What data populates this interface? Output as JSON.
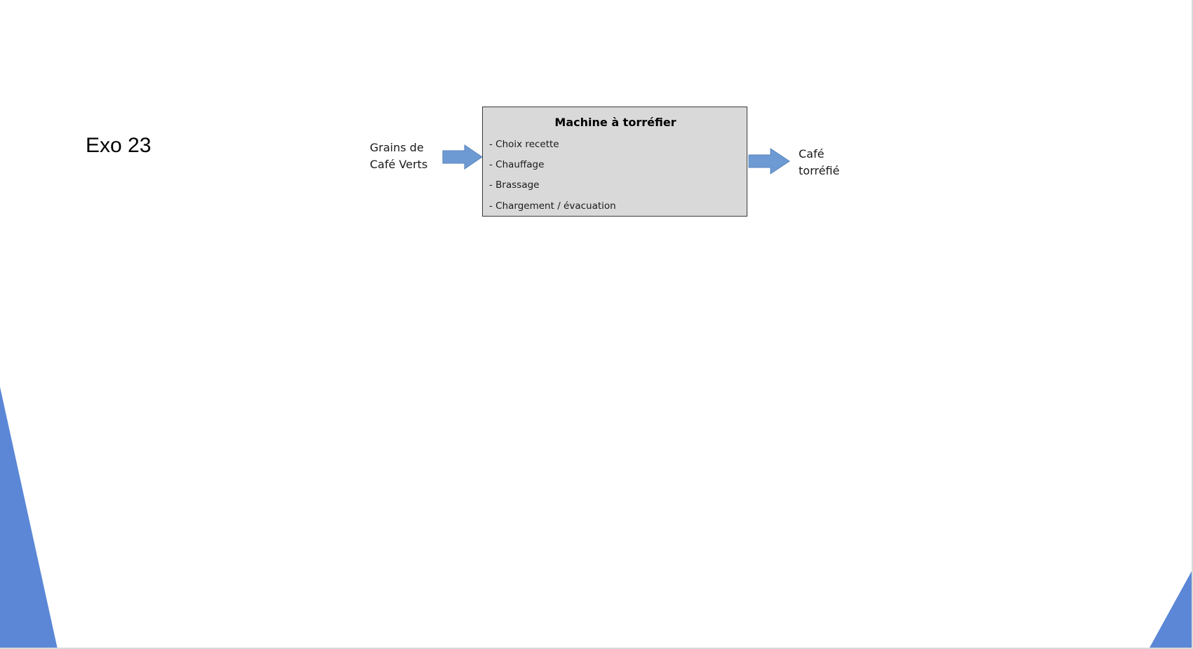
{
  "slide": {
    "title": "Exo 23"
  },
  "diagram": {
    "input": {
      "line1": "Grains de",
      "line2": "Café Verts"
    },
    "machine": {
      "title": "Machine à torréfier",
      "steps": [
        "- Choix recette",
        "- Chauffage",
        "- Brassage",
        "- Chargement / évacuation"
      ]
    },
    "output": {
      "line1": "Café",
      "line2": "torréfié"
    }
  },
  "colors": {
    "arrow": "#6d9ad3",
    "arrow_border": "#5b86bd",
    "box_fill": "#d9d9d9",
    "box_border": "#3a3a3a",
    "decoration": "#5b87d6"
  }
}
